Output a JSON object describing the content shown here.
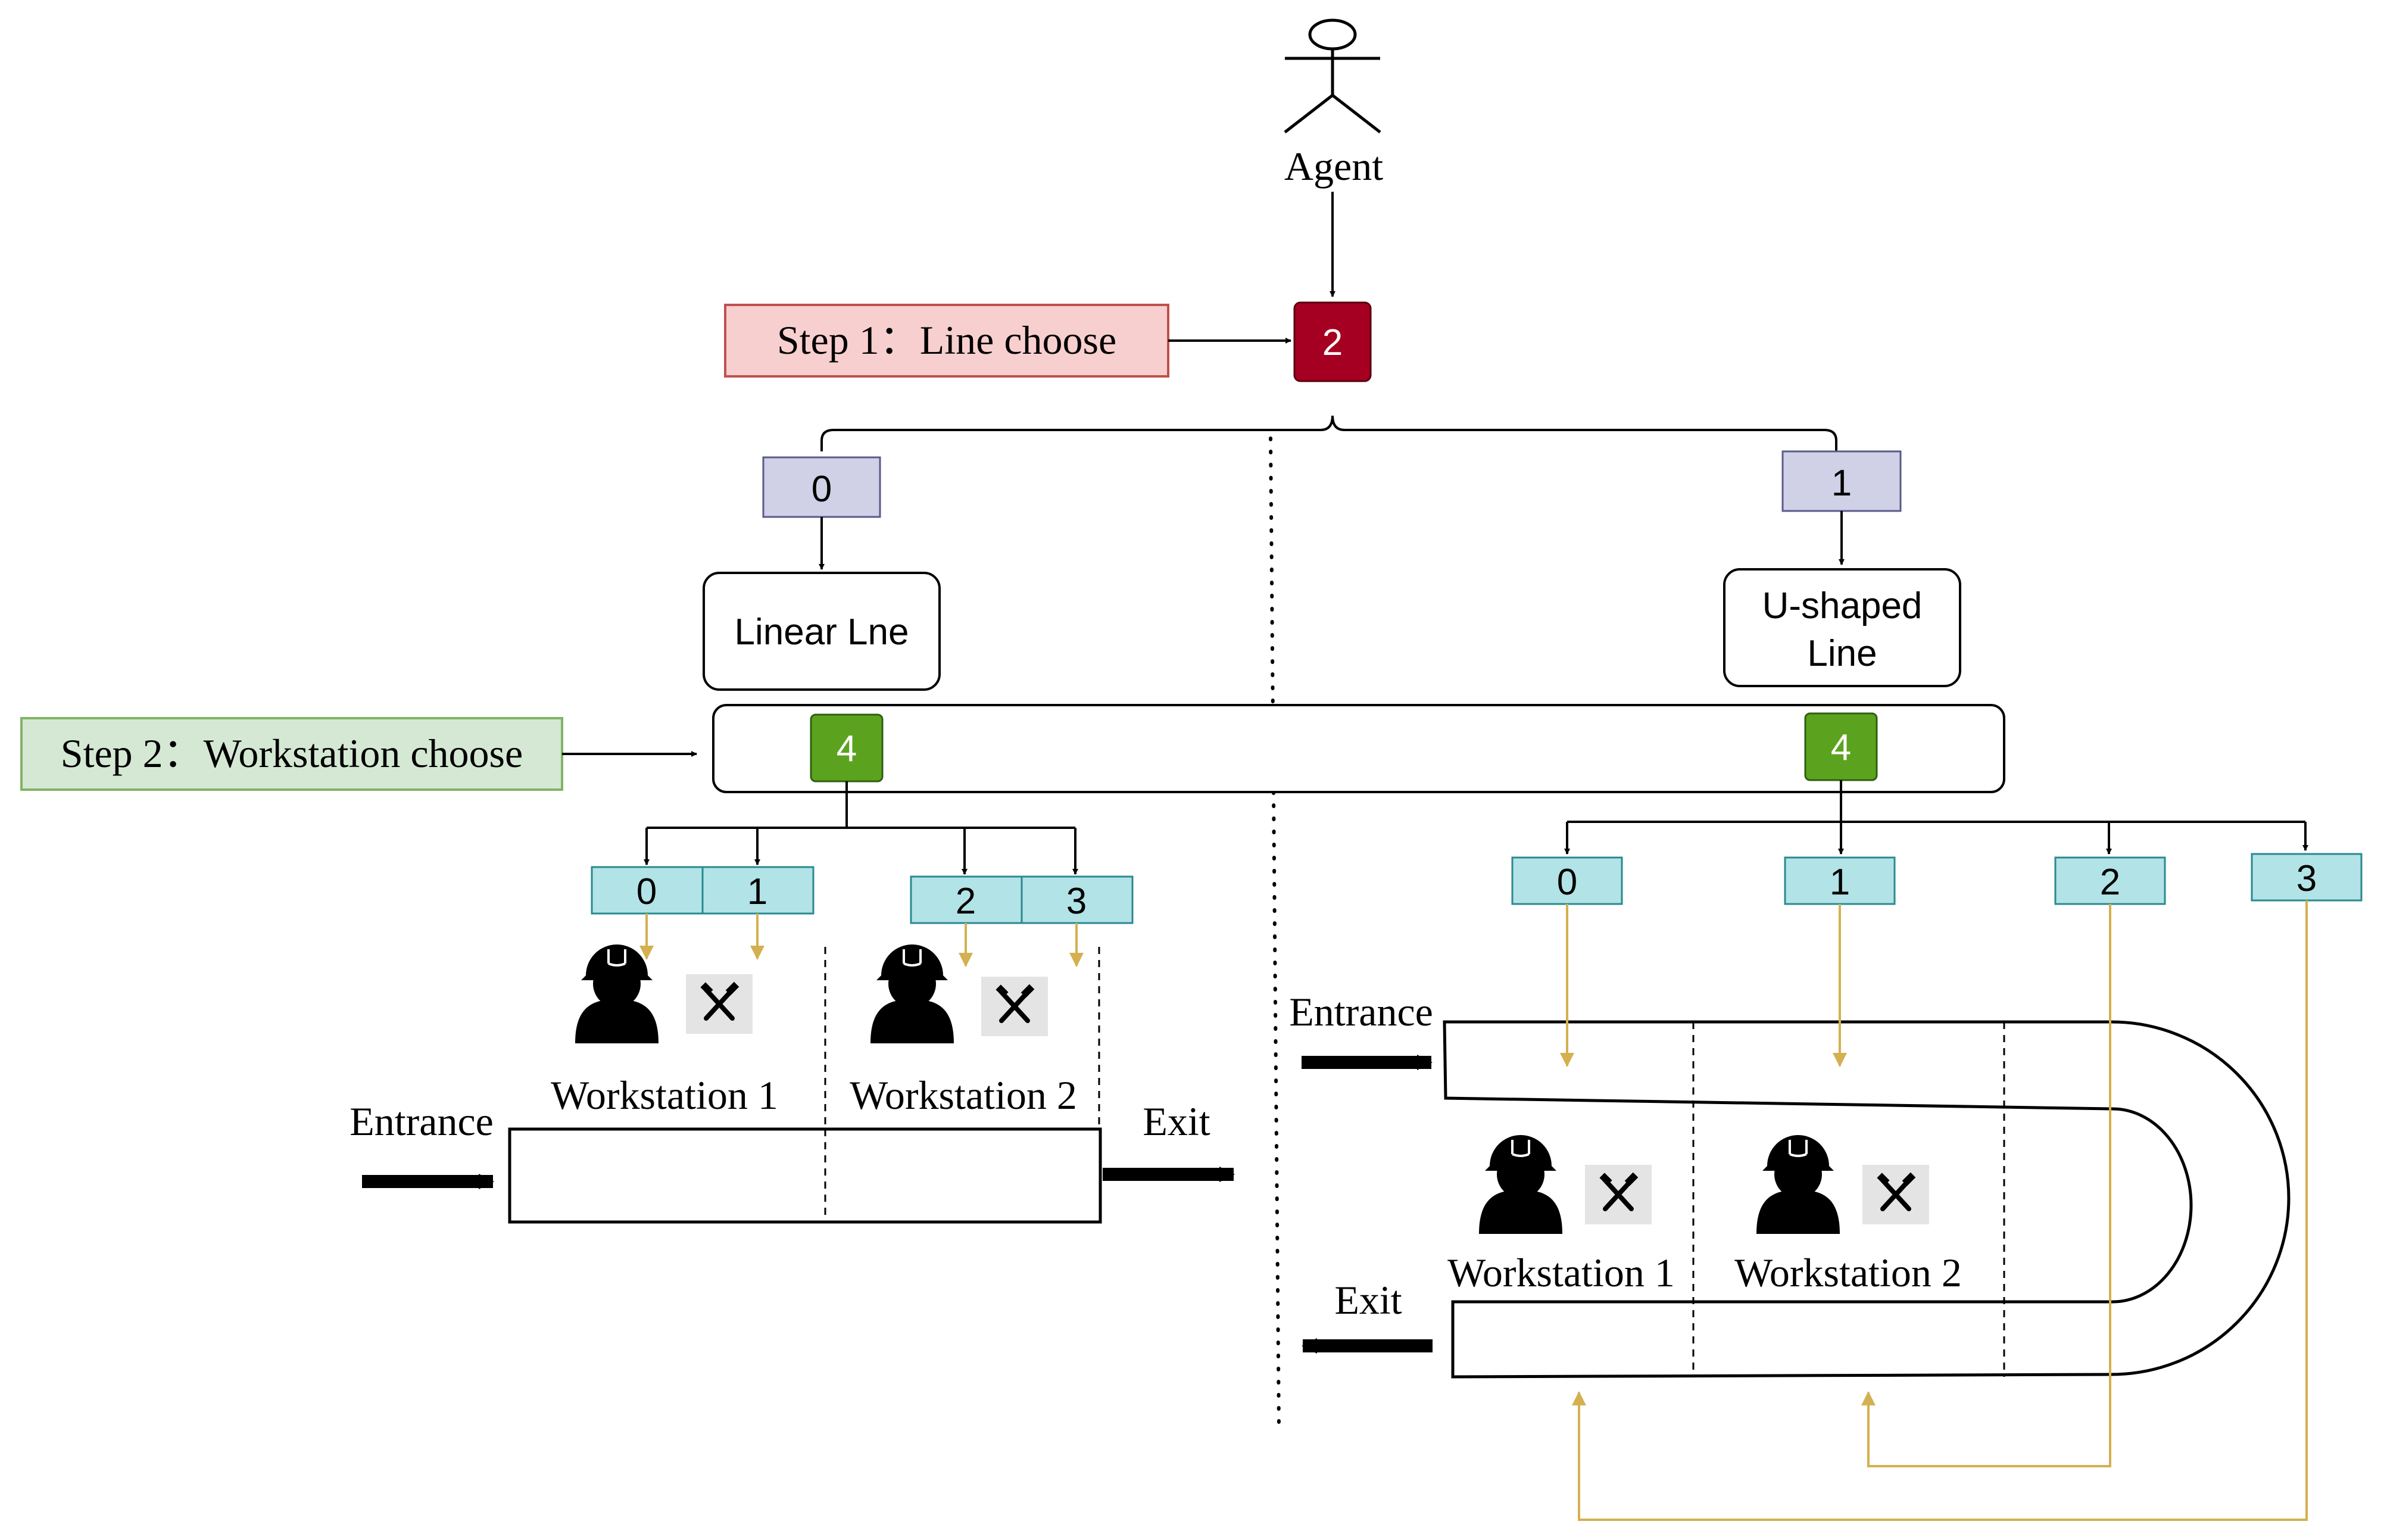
{
  "agent": {
    "label": "Agent"
  },
  "step1": {
    "label": "Step 1：Line choose"
  },
  "step2": {
    "label": "Step 2：Workstation choose"
  },
  "line_node": {
    "value": "2",
    "color": "#A50021"
  },
  "line_options": [
    {
      "index": "0",
      "name": "Linear Lne"
    },
    {
      "index": "1",
      "name_line1": "U-shaped",
      "name_line2": "Line"
    }
  ],
  "workstation_node": {
    "value": "4",
    "color": "#5BA31E"
  },
  "linear_line": {
    "actions": [
      "0",
      "1",
      "2",
      "3"
    ],
    "workstations": [
      "Workstation 1",
      "Workstation 2"
    ],
    "entrance": "Entrance",
    "exit": "Exit"
  },
  "u_line": {
    "actions": [
      "0",
      "1",
      "2",
      "3"
    ],
    "workstations": [
      "Workstation 1",
      "Workstation 2"
    ],
    "entrance": "Entrance",
    "exit": "Exit"
  },
  "colors": {
    "line_index_box": "#D0D0E6",
    "action_box": "#B2E3E6",
    "action_box_border": "#2A8A90",
    "step1_fill": "#F8CFCF",
    "step1_border": "#C0504D",
    "step2_fill": "#D5E8D4",
    "step2_border": "#82B366",
    "gold_arrow": "#D4B050"
  },
  "icons": [
    "agent-stick-figure-icon",
    "worker-helmet-icon",
    "tools-icon"
  ]
}
